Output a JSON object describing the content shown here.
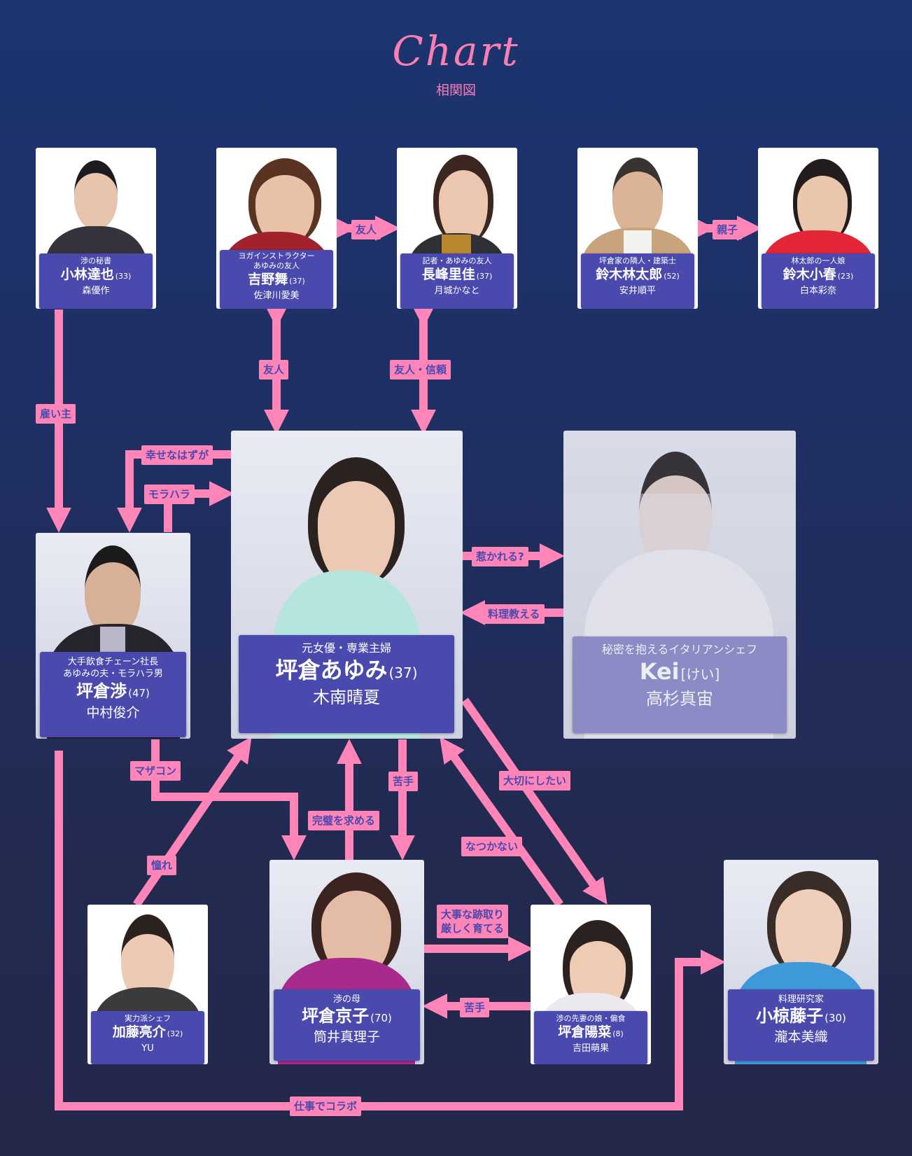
{
  "header": {
    "title": "Chart",
    "subtitle": "相関図"
  },
  "colors": {
    "background_top": "#1c3470",
    "background_bottom": "#23284a",
    "accent_pink": "#ff85b8",
    "plate_blue": "#4a4aae",
    "plate_faded": "#9594cf"
  },
  "characters": {
    "kobayashi": {
      "role": "渉の秘書",
      "name": "小林達也",
      "age": "(33)",
      "actor": "森優作"
    },
    "yoshino": {
      "role": "ヨガインストラクター",
      "role2": "あゆみの友人",
      "name": "吉野舞",
      "age": "(37)",
      "actor": "佐津川愛美"
    },
    "nagamine": {
      "role": "記者・あゆみの友人",
      "name": "長峰里佳",
      "age": "(37)",
      "actor": "月城かなと"
    },
    "rintaro": {
      "role": "坪倉家の隣人・建築士",
      "name": "鈴木林太郎",
      "age": "(52)",
      "actor": "安井順平"
    },
    "koharu": {
      "role": "林太郎の一人娘",
      "name": "鈴木小春",
      "age": "(23)",
      "actor": "白本彩奈"
    },
    "ayumi": {
      "role": "元女優・専業主婦",
      "name": "坪倉あゆみ",
      "age": "(37)",
      "actor": "木南晴夏"
    },
    "kei": {
      "role": "秘密を抱えるイタリアンシェフ",
      "name": "Kei",
      "age": "[けい]",
      "actor": "高杉真宙"
    },
    "wataru": {
      "role": "大手飲食チェーン社長",
      "role2": "あゆみの夫・モラハラ男",
      "name": "坪倉渉",
      "age": "(47)",
      "actor": "中村俊介"
    },
    "kato": {
      "role": "実力派シェフ",
      "name": "加藤亮介",
      "age": "(32)",
      "actor": "YU"
    },
    "kyoko": {
      "role": "渉の母",
      "name": "坪倉京子",
      "age": "(70)",
      "actor": "筒井真理子"
    },
    "haruna": {
      "role": "渉の先妻の娘・偏食",
      "name": "坪倉陽菜",
      "age": "(8)",
      "actor": "吉田萌果"
    },
    "ogura": {
      "role": "料理研究家",
      "name": "小椋藤子",
      "age": "(30)",
      "actor": "瀧本美織"
    }
  },
  "relations": {
    "yoshino_nagamine": "友人",
    "rintaro_koharu": "親子",
    "yoshino_ayumi": "友人",
    "nagamine_ayumi": "友人・信頼",
    "kobayashi_wataru": "雇い主",
    "wataru_ayumi_hope": "幸せなはずが",
    "wataru_ayumi_moral": "モラハラ",
    "ayumi_kei": "惹かれる?",
    "kei_ayumi": "料理教える",
    "wataru_kyoko": "マザコン",
    "kato_ayumi": "憧れ",
    "kyoko_ayumi": "完璧を求める",
    "ayumi_kyoko": "苦手",
    "haruna_ayumi": "なつかない",
    "ayumi_haruna": "大切にしたい",
    "kyoko_haruna_1": "大事な跡取り",
    "kyoko_haruna_2": "厳しく育てる",
    "haruna_kyoko": "苦手",
    "wataru_ogura": "仕事でコラボ"
  }
}
